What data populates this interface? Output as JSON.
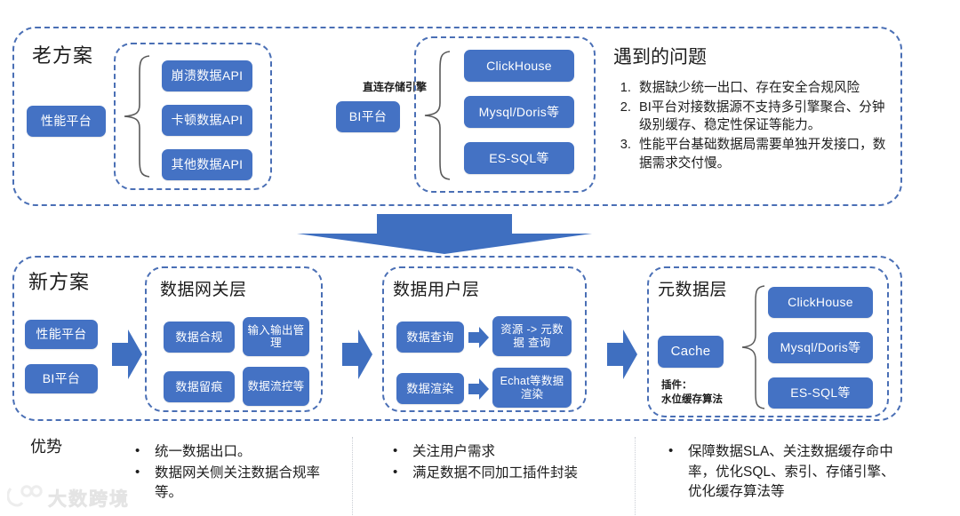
{
  "old_scheme": {
    "title": "老方案",
    "source_boxes": [
      {
        "label": "性能平台"
      },
      {
        "label": "BI平台"
      }
    ],
    "api_boxes": [
      {
        "label": "崩溃数据API"
      },
      {
        "label": "卡顿数据API"
      },
      {
        "label": "其他数据API"
      }
    ],
    "bi_annotation": "直连存储引擎",
    "engine_boxes": [
      {
        "label": "ClickHouse"
      },
      {
        "label": "Mysql/Doris等"
      },
      {
        "label": "ES-SQL等"
      }
    ]
  },
  "problems": {
    "title": "遇到的问题",
    "items": [
      "数据缺少统一出口、存在安全合规风险",
      "BI平台对接数据源不支持多引擎聚合、分钟级别缓存、稳定性保证等能力。",
      "性能平台基础数据局需要单独开发接口，数据需求交付慢。"
    ]
  },
  "new_scheme": {
    "title": "新方案",
    "source_boxes": [
      {
        "label": "性能平台"
      },
      {
        "label": "BI平台"
      }
    ],
    "gateway_layer": {
      "title": "数据网关层",
      "boxes": [
        {
          "label": "数据合规"
        },
        {
          "label": "输入输出管理"
        },
        {
          "label": "数据留痕"
        },
        {
          "label": "数据流控等"
        }
      ]
    },
    "user_layer": {
      "title": "数据用户层",
      "rows": [
        {
          "from": "数据查询",
          "to": "资源 -> 元数据 查询"
        },
        {
          "from": "数据渲染",
          "to": "Echat等数据渲染"
        }
      ]
    },
    "meta_layer": {
      "title": "元数据层",
      "cache_label": "Cache",
      "plugin_note": "插件：\n水位缓存算法",
      "engine_boxes": [
        {
          "label": "ClickHouse"
        },
        {
          "label": "Mysql/Doris等"
        },
        {
          "label": "ES-SQL等"
        }
      ]
    }
  },
  "advantages": {
    "label": "优势",
    "columns": [
      {
        "items": [
          "统一数据出口。",
          "数据网关侧关注数据合规率等。"
        ]
      },
      {
        "items": [
          "关注用户需求",
          "满足数据不同加工插件封装"
        ]
      },
      {
        "items": [
          "保障数据SLA、关注数据缓存命中率，优化SQL、索引、存储引擎、优化缓存算法等"
        ]
      }
    ]
  },
  "watermark": {
    "text": "大数跨境"
  },
  "colors": {
    "box_blue": "#4472c4",
    "dash_blue": "#4a6fb5",
    "arrow_blue": "#3f6fc0"
  }
}
